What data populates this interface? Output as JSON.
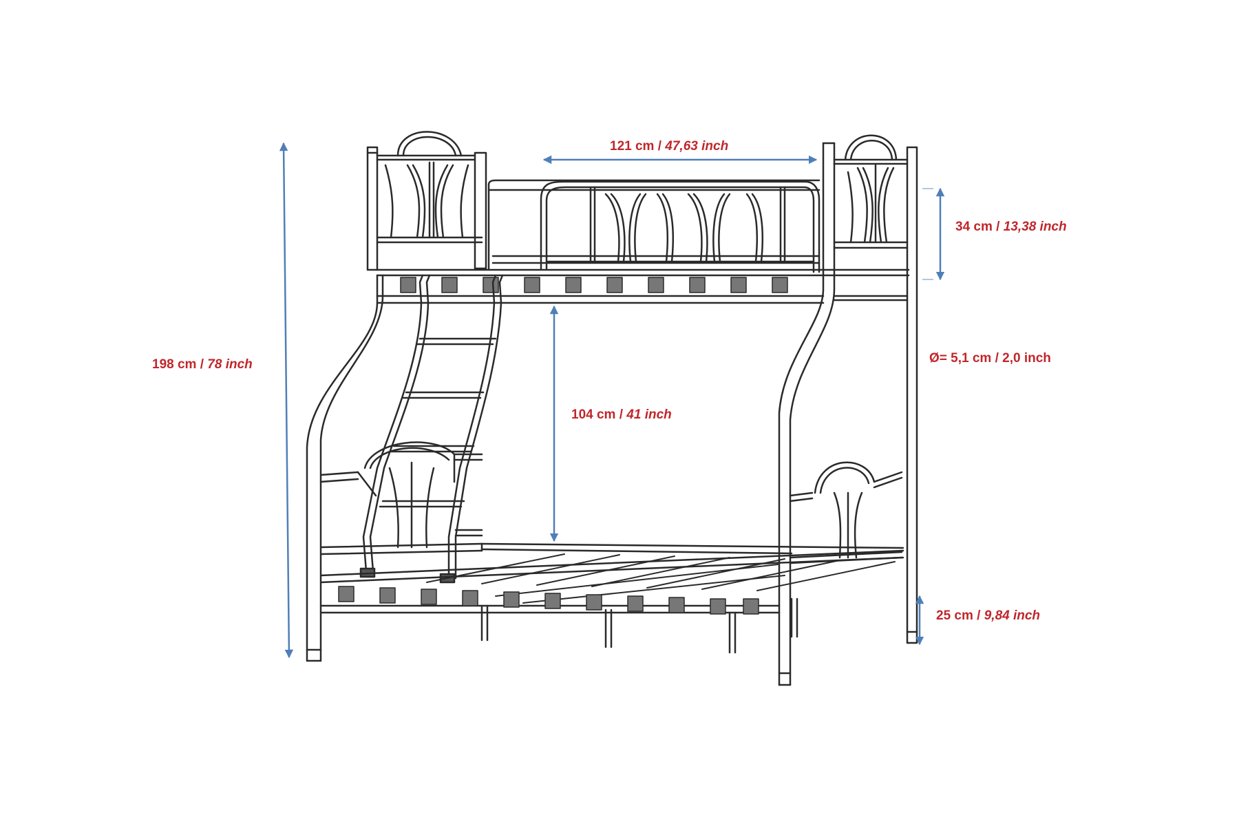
{
  "colors": {
    "frame_line": "#2a2a2a",
    "dimension_arrow": "#4f7fb8",
    "dimension_text": "#c0262b",
    "background": "#ffffff"
  },
  "dimensions": {
    "total_height": {
      "metric": "198 cm",
      "sep": " / ",
      "imperial": "78 inch"
    },
    "top_width": {
      "metric": "121 cm",
      "sep": " / ",
      "imperial": "47,63 inch"
    },
    "guard_height": {
      "metric": "34 cm",
      "sep": " / ",
      "imperial": "13,38 inch"
    },
    "tube_diameter": {
      "metric": "Ø= 5,1 cm",
      "sep": " / ",
      "imperial": "2,0 inch"
    },
    "bunk_clearance": {
      "metric": "104 cm",
      "sep": " / ",
      "imperial": "41 inch"
    },
    "leg_height": {
      "metric": "25 cm",
      "sep": " / ",
      "imperial": "9,84 inch"
    }
  }
}
